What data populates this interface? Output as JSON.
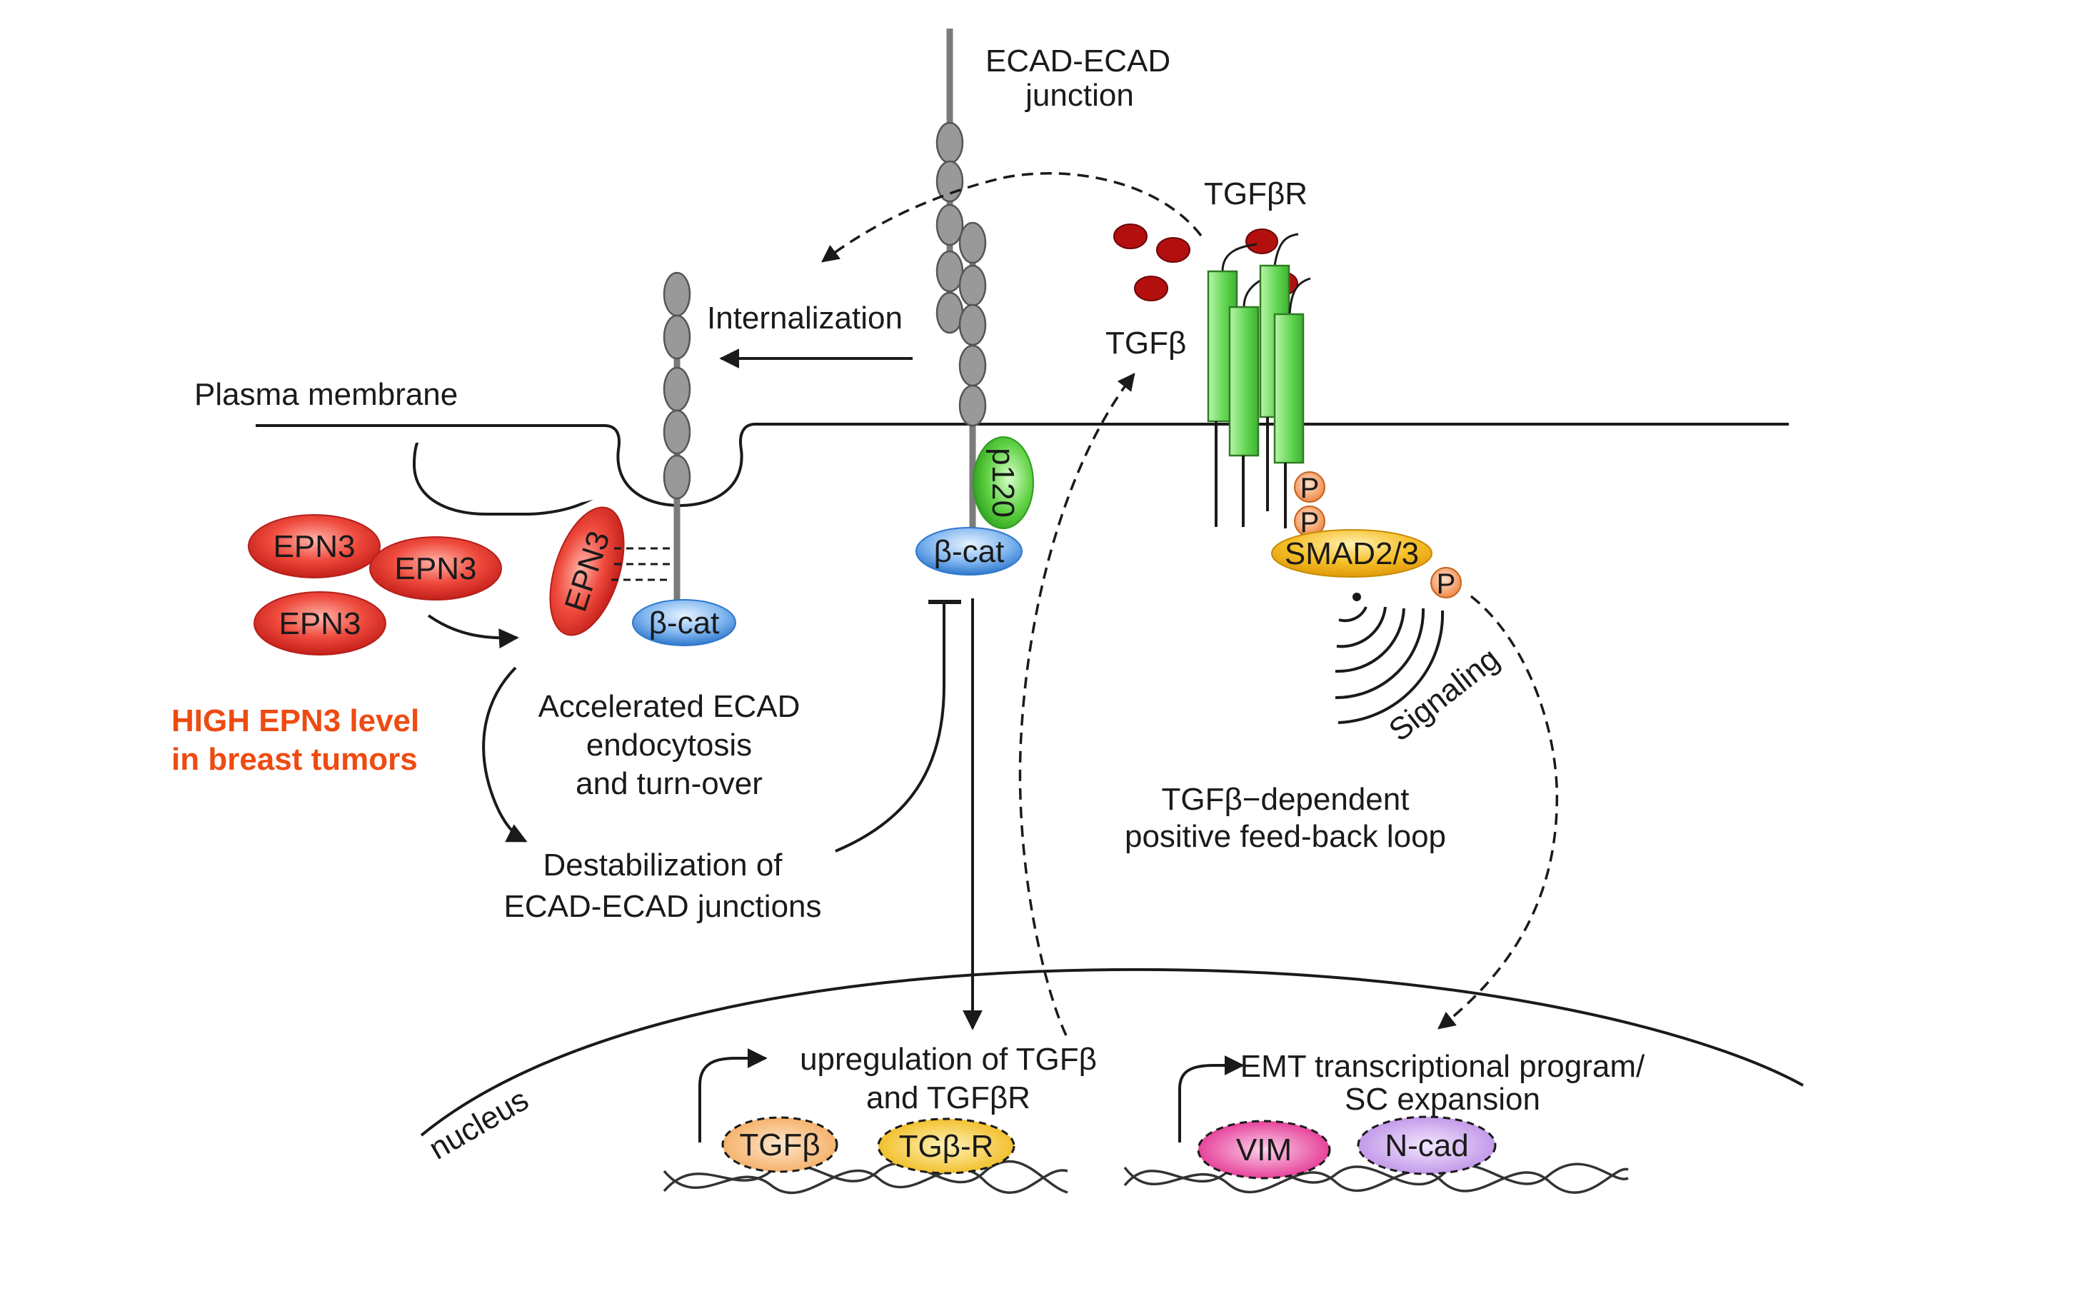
{
  "labels": {
    "ecad_junction_line1": "ECAD-ECAD",
    "ecad_junction_line2": "junction",
    "tgfbr": "TGFβR",
    "tgfb": "TGFβ",
    "internalization": "Internalization",
    "plasma_membrane": "Plasma membrane",
    "p120": "p120",
    "bcat_left": "β-cat",
    "bcat_right": "β-cat",
    "epn3": "EPN3",
    "smad": "SMAD2/3",
    "phospho": "P",
    "signaling": "Signaling",
    "high_epn3_line1": "HIGH EPN3 level",
    "high_epn3_line2": "in breast tumors",
    "accel_line1": "Accelerated ECAD",
    "accel_line2": "endocytosis",
    "accel_line3": "and turn-over",
    "destab_line1": "Destabilization of",
    "destab_line2": "ECAD-ECAD junctions",
    "loop_line1": "TGFβ−dependent",
    "loop_line2": "positive feed-back loop",
    "nucleus": "nucleus",
    "upreg_line1": "upregulation of TGFβ",
    "upreg_line2": "and TGFβR",
    "gene_tgfb": "TGFβ",
    "gene_tgfbr": "TGβ-R",
    "emt_line1": "EMT transcriptional program/",
    "emt_line2": "SC expansion",
    "gene_vim": "VIM",
    "gene_ncad": "N-cad"
  },
  "colors": {
    "epn3_red": "#e2302a",
    "bcat_blue": "#3f87d8",
    "p120_green": "#38b42a",
    "receptor_green": "#5fd44f",
    "tgfb_ligand": "#b30f0f",
    "smad_yellow": "#f2b30c",
    "phospho_orange": "#ee8a4a",
    "gene_tgfb": "#f5b36a",
    "gene_tgfbr": "#f1be22",
    "gene_vim": "#e8278f",
    "gene_ncad": "#c79ae8",
    "highlight_text": "#ee4b12",
    "ecad_gray": "#8f8f8f"
  }
}
